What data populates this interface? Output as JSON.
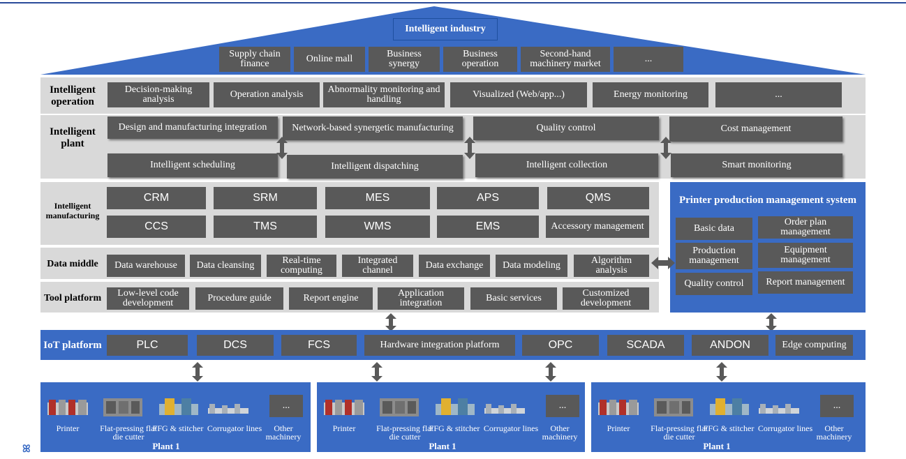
{
  "roof": {
    "title": "Intelligent industry",
    "items": [
      "Supply chain finance",
      "Online mall",
      "Business synergy",
      "Business operation",
      "Second-hand machinery market",
      "..."
    ]
  },
  "operation": {
    "label": "Intelligent operation",
    "items": [
      "Decision-making analysis",
      "Operation analysis",
      "Abnormality monitoring and handling",
      "Visualized (Web/app...)",
      "Energy monitoring",
      "..."
    ]
  },
  "plant": {
    "label": "Intelligent plant",
    "top": [
      "Design and manufacturing integration",
      "Network-based synergetic manufacturing",
      "Quality control",
      "Cost management"
    ],
    "bottom": [
      "Intelligent scheduling",
      "Intelligent dispatching",
      "Intelligent collection",
      "Smart monitoring"
    ]
  },
  "manufacturing": {
    "label": "Intelligent manufacturing",
    "row1": [
      "CRM",
      "SRM",
      "MES",
      "APS",
      "QMS"
    ],
    "row2": [
      "CCS",
      "TMS",
      "WMS",
      "EMS",
      "Accessory management"
    ]
  },
  "datamiddle": {
    "label": "Data middle",
    "items": [
      "Data warehouse",
      "Data cleansing",
      "Real-time computing",
      "Integrated channel",
      "Data exchange",
      "Data modeling",
      "Algorithm analysis"
    ]
  },
  "tool": {
    "label": "Tool platform",
    "items": [
      "Low-level code development",
      "Procedure guide",
      "Report engine",
      "Application integration",
      "Basic services",
      "Customized development"
    ]
  },
  "printer": {
    "title": "Printer production management system",
    "items": [
      "Basic data",
      "Order plan management",
      "Production management",
      "Equipment management",
      "Quality control",
      "Report management"
    ]
  },
  "iot": {
    "label": "IoT platform",
    "items": [
      "PLC",
      "DCS",
      "FCS",
      "Hardware integration platform",
      "OPC",
      "SCADA",
      "ANDON",
      "Edge computing"
    ]
  },
  "plants": [
    {
      "title": "Plant 1",
      "machines": [
        "Printer",
        "Flat-pressing flat die cutter",
        "FFG & stitcher",
        "Corrugator lines",
        "Other machinery"
      ],
      "more": "..."
    },
    {
      "title": "Plant 1",
      "machines": [
        "Printer",
        "Flat-pressing flat die cutter",
        "FFG & stitcher",
        "Corrugator lines",
        "Other machinery"
      ],
      "more": "..."
    },
    {
      "title": "Plant 1",
      "machines": [
        "Printer",
        "Flat-pressing flat die cutter",
        "FFG & stitcher",
        "Corrugator lines",
        "Other machinery"
      ],
      "more": "..."
    }
  ],
  "colors": {
    "blue": "#3a6bc4",
    "dark": "#595959",
    "band": "#d9d9d9"
  }
}
